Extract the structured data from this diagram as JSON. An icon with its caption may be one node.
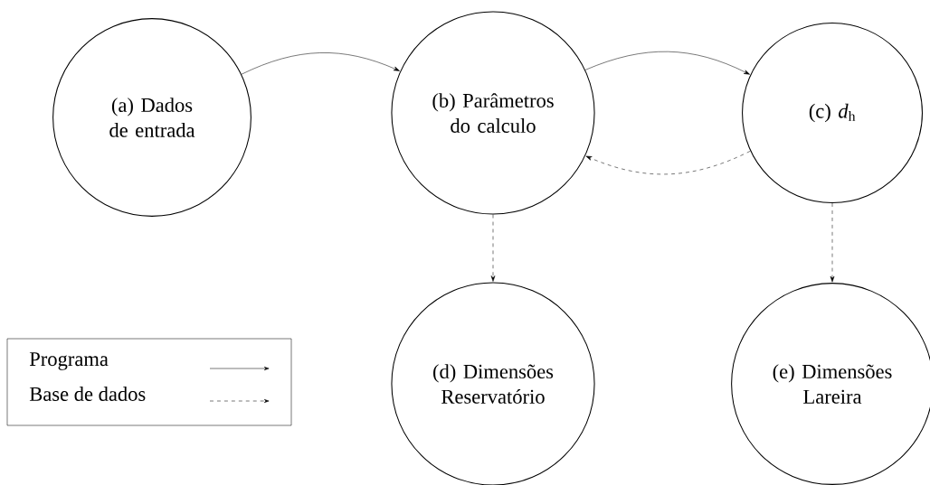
{
  "diagram": {
    "nodes": [
      {
        "text": [
          "(a) Dados de entrada"
        ]
      },
      {
        "text": [
          "(b) Parâmetros do calculo"
        ]
      },
      {
        "text": [
          "(c) *d*$_{h}$"
        ]
      },
      {
        "text": [
          "(d) Dimensões Reservatório"
        ]
      },
      {
        "text": [
          "(e) Dimensões Lareira"
        ]
      }
    ],
    "edges": [
      {
        "from": 0,
        "to": 1,
        "arrow": "to"
      },
      {
        "from": 1,
        "to": 2,
        "arrow": "to"
      },
      {
        "from": 2,
        "to": 1,
        "arrow": "to",
        "style": "dashed"
      },
      {
        "from": 1,
        "to": 3,
        "arrow": "to",
        "style": "dashed"
      },
      {
        "from": 2,
        "to": 4,
        "arrow": "to",
        "style": "dashed"
      }
    ],
    "legend": [
      {
        "text": "Programa"
      },
      {
        "text": "Base de dados"
      }
    ]
  }
}
